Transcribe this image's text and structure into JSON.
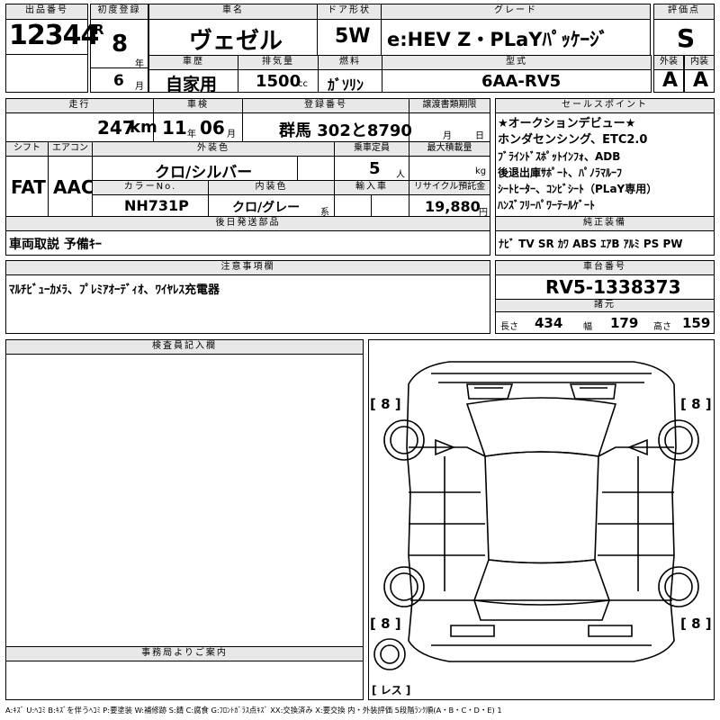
{
  "header": {
    "lot_label": "出品番号",
    "lot_no": "12344",
    "first_reg_label": "初度登録",
    "era": "R",
    "year": "8",
    "year_unit": "年",
    "month": "6",
    "month_unit": "月",
    "car_name_label": "車名",
    "car_name": "ヴェゼル",
    "door_label": "ドア形状",
    "door": "5W",
    "grade_label": "グレード",
    "grade": "e:HEV Z・PLaYﾊﾟｯｹｰｼﾞ",
    "score_label": "評価点",
    "score": "S",
    "history_label": "車歴",
    "history": "自家用",
    "displacement_label": "排気量",
    "displacement": "1500",
    "displacement_unit": "cc",
    "fuel_label": "燃料",
    "fuel": "ｶﾞｿﾘﾝ",
    "model_label": "型式",
    "model": "6AA-RV5",
    "ext_label": "外装",
    "ext": "A",
    "int_label": "内装",
    "int": "A"
  },
  "row2": {
    "mileage_label": "走行",
    "mileage": "247",
    "mileage_unit": "km",
    "inspection_label": "車検",
    "insp_year": "11",
    "insp_year_unit": "年",
    "insp_month": "06",
    "insp_month_unit": "月",
    "plate_label": "登録番号",
    "plate": "群馬 302と8790",
    "transfer_label": "譲渡書類期限",
    "transfer_month_unit": "月",
    "transfer_day_unit": "日",
    "shift_label": "シフト",
    "shift": "FAT",
    "ac_label": "エアコン",
    "ac": "AAC",
    "exterior_color_label": "外装色",
    "exterior_color": "クロ/シルバー",
    "capacity_label": "乗車定員",
    "capacity": "5",
    "capacity_unit": "人",
    "max_load_label": "最大積載量",
    "max_load_unit": "kg",
    "color_no_label": "カラーNo.",
    "color_no": "NH731P",
    "interior_color_label": "内装色",
    "interior_color": "クロ/グレー",
    "interior_color_unit": "系",
    "import_label": "輸入車",
    "recycle_label": "リサイクル預託金",
    "recycle": "19,880",
    "recycle_unit": "円"
  },
  "sales_points": {
    "label": "セールスポイント",
    "lines": [
      "★オークションデビュー★",
      "ホンダセンシング、ETC2.0",
      "ﾌﾞﾗｲﾝﾄﾞｽﾎﾟｯﾄｲﾝﾌｫ、ADB",
      "後退出庫ｻﾎﾟｰﾄ、ﾊﾟﾉﾗﾏﾙｰﾌ",
      "ｼｰﾄﾋｰﾀｰ、ｺﾝﾋﾞｼｰﾄ（PLaY専用）",
      "ﾊﾝｽﾞﾌﾘｰﾊﾟﾜｰﾃｰﾙｹﾞｰﾄ"
    ]
  },
  "later_parts": {
    "label": "後日発送部品",
    "value": "車両取説 予備ｷｰ"
  },
  "equipment": {
    "label": "純正装備",
    "value": "ﾅﾋﾞ TV SR ｶﾜ ABS ｴｱB ｱﾙﾐ PS PW"
  },
  "notes": {
    "label": "注意事項欄",
    "value": "ﾏﾙﾁﾋﾞｭｰｶﾒﾗ、ﾌﾟﾚﾐｱｵｰﾃﾞｨｵ、ﾜｲﾔﾚｽ充電器"
  },
  "chassis": {
    "label": "車台番号",
    "value": "RV5-1338373",
    "specs_label": "諸元",
    "length_label": "長さ",
    "length": "434",
    "width_label": "幅",
    "width": "179",
    "height_label": "高さ",
    "height": "159"
  },
  "inspector": {
    "label": "検査員記入欄"
  },
  "office": {
    "label": "事務局よりご案内"
  },
  "diagram": {
    "tire_fl": "[ 8 ]",
    "tire_fr": "[ 8 ]",
    "tire_rl": "[ 8 ]",
    "tire_rr": "[ 8 ]",
    "spare": "[ レス ]"
  },
  "legend": "A:ｷｽﾞ U:ﾍｺﾐ B:ｷｽﾞを伴うﾍｺﾐ P:要塗装 W:補修跡 S:錆 C:腐食 G:ﾌﾛﾝﾄｶﾞﾗｽ点ｷｽﾞ XX:交換済み X:要交換 内・外装評価 5段階ﾗﾝｸ順(A・B・C・D・E) 1"
}
